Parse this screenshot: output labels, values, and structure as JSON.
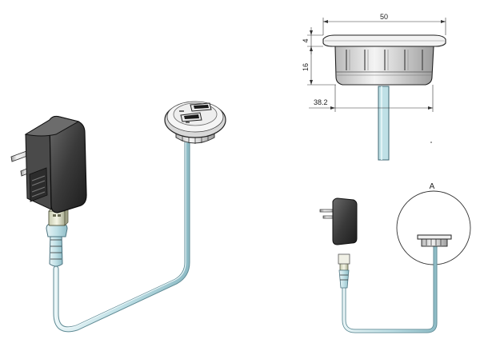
{
  "dimensions": {
    "width": "50",
    "flange": "4",
    "body_height": "16",
    "body_diameter": "38.2"
  },
  "detail_label": "A"
}
